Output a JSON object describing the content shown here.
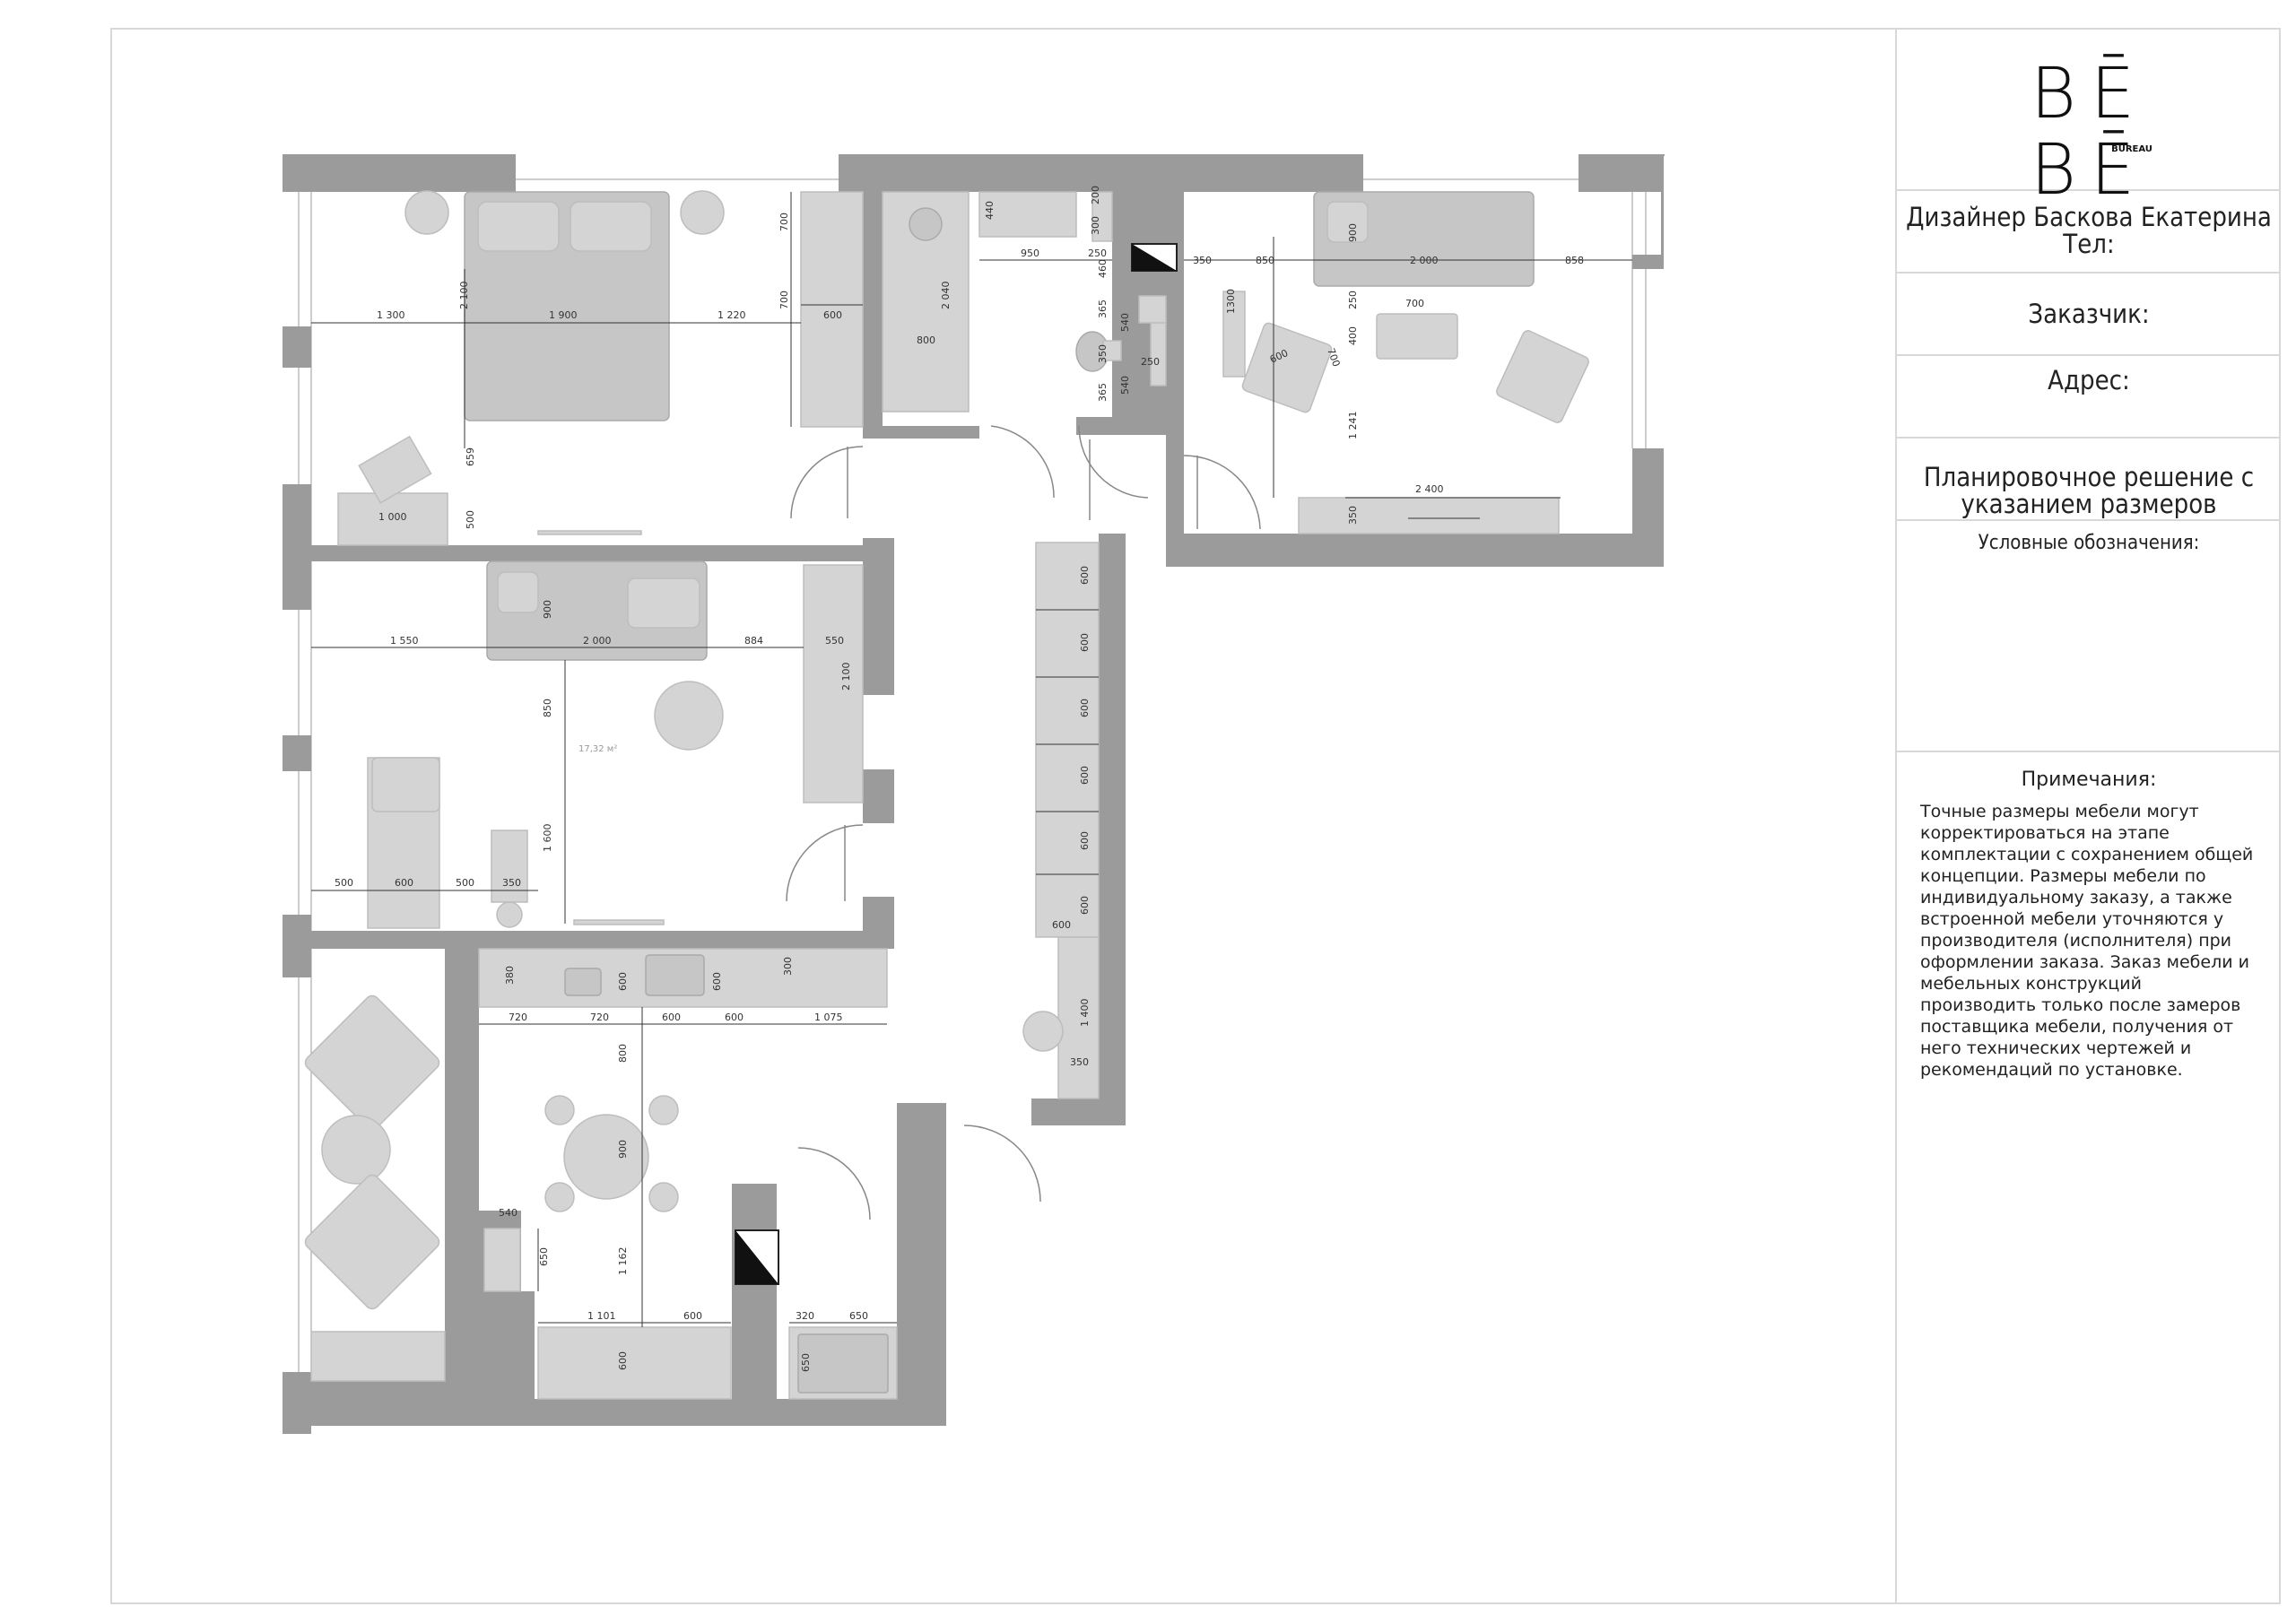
{
  "stamp": {
    "logo_line1": "BĒ",
    "logo_line2": "BĒ",
    "logo_sub": "BUREAU",
    "designer": "Дизайнер Баскова Екатерина",
    "phone_label": "Тел:",
    "client_label": "Заказчик:",
    "address_label": "Адрес:",
    "sheet_title_1": "Планировочное решение с",
    "sheet_title_2": "указанием размеров",
    "legend_label": "Условные обозначения:",
    "notes_label": "Примечания:",
    "notes_text": "Точные размеры мебели могут корректироваться на этапе комплектации с сохранением общей концепции. Размеры мебели по индивидуальному заказу, а также встроенной мебели уточняются у производителя (исполнителя) при оформлении заказа. Заказ мебели и мебельных конструкций производить только после замеров поставщика мебели, получения от него технических чертежей и рекомендаций по установке."
  },
  "plan": {
    "area_label": "17,32 м²",
    "dims": {
      "bed_left": "1 300",
      "bed_w": "1 900",
      "bed_right": "1 220",
      "bed_h": "2 100",
      "wardrobe_top": "700",
      "wardrobe_mid": "700",
      "wardrobe_w": "600",
      "bath_w": "800",
      "bath_h": "2 040",
      "sink_h": "440",
      "wc_w": "950",
      "vanity_300": "300",
      "vanity_200": "200",
      "vanity_250": "250",
      "vanity_460": "460",
      "desk_w": "1 000",
      "desk_659": "659",
      "desk_500": "500",
      "hall_365a": "365",
      "hall_540a": "540",
      "hall_350": "350",
      "hall_250": "250",
      "hall_365b": "365",
      "hall_540b": "540",
      "lr2_350": "350",
      "lr2_850": "850",
      "lr2_sofa": "2 000",
      "lr2_858": "858",
      "lr2_sofa_h": "900",
      "lr2_250": "250",
      "lr2_700": "700",
      "lr2_1300": "1300",
      "lr2_400": "400",
      "lr2_700b": "700",
      "lr2_600": "600",
      "lr2_1241": "1 241",
      "lr2_2400": "2 400",
      "lr2_350b": "350",
      "lr_1550": "1 550",
      "lr_sofa": "2 000",
      "lr_884": "884",
      "lr_550": "550",
      "lr_900": "900",
      "lr_2100": "2 100",
      "lr_850": "850",
      "lr_1600": "1 600",
      "lr_500a": "500",
      "lr_600": "600",
      "lr_500b": "500",
      "lr_350": "350",
      "corr_600a": "600",
      "corr_600b": "600",
      "corr_600c": "600",
      "corr_600d": "600",
      "corr_600e": "600",
      "corr_600f": "600",
      "corr_600g": "600",
      "corr_1400": "1 400",
      "corr_350": "350",
      "k_380": "380",
      "k_600a": "600",
      "k_600b": "600",
      "k_300": "300",
      "k_720a": "720",
      "k_720b": "720",
      "k_600c": "600",
      "k_600d": "600",
      "k_1075": "1 075",
      "k_800": "800",
      "k_900": "900",
      "k_540": "540",
      "k_650": "650",
      "k_1162": "1 162",
      "k_1101": "1 101",
      "k_600e": "600",
      "k_600f": "600",
      "k_320": "320",
      "k_650b": "650",
      "k_650c": "650"
    }
  }
}
